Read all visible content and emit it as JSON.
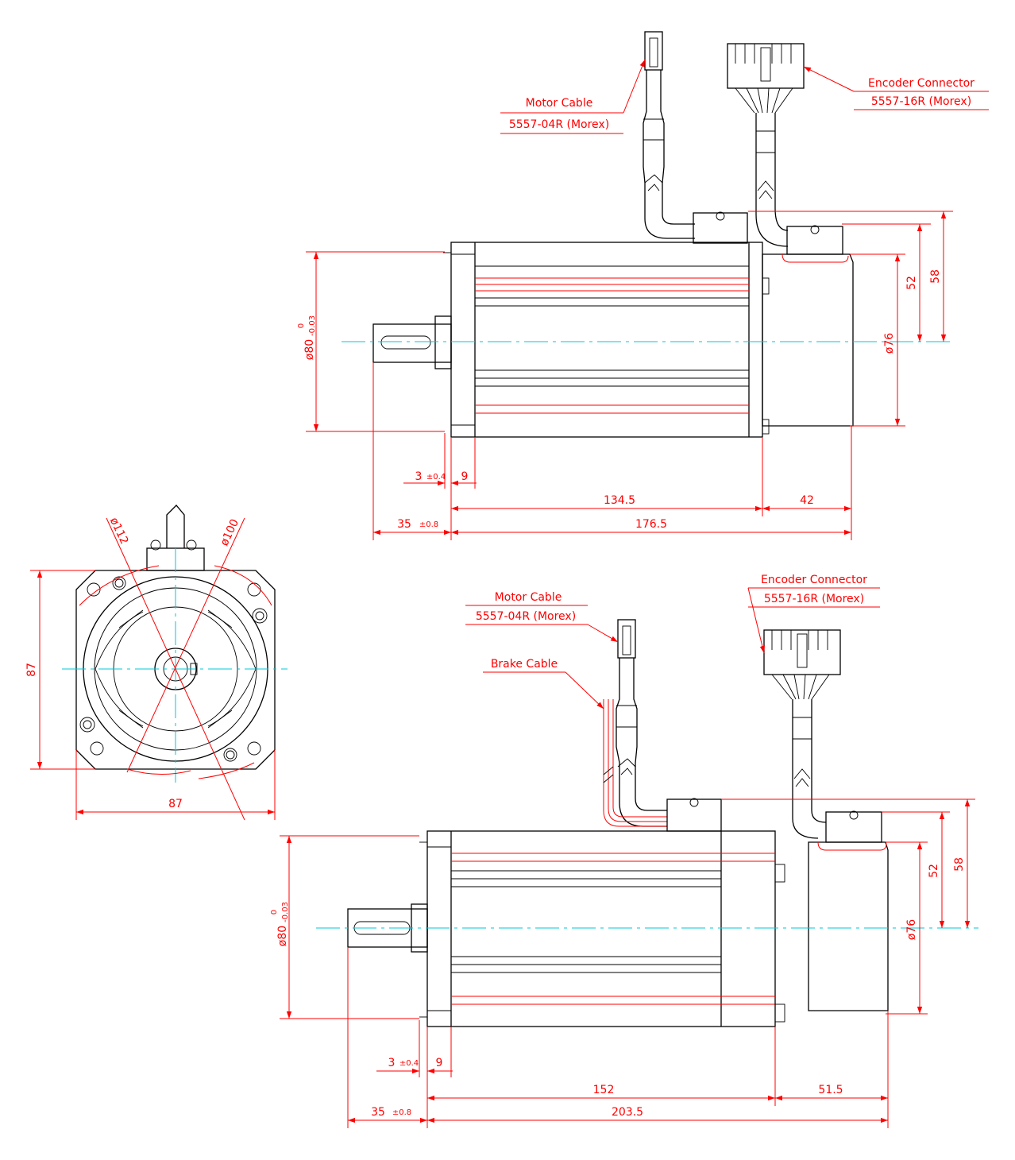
{
  "drawing": {
    "colors": {
      "outline": "#000000",
      "dimension": "#ff0000",
      "centerline": "#00c8d8"
    }
  },
  "top_side_view": {
    "motor_cable_label": "Motor Cable",
    "motor_cable_part": "5557-04R (Morex)",
    "encoder_label": "Encoder Connector",
    "encoder_part": "5557-16R (Morex)",
    "dims": {
      "flange_dia": "ø80",
      "flange_tol_upper": "0",
      "flange_tol_lower": "-0.03",
      "encoder_dia": "ø76",
      "d52": "52",
      "d58": "58",
      "d3": "3",
      "d3_tol": "±0.4",
      "d9": "9",
      "d134": "134.5",
      "d42": "42",
      "d35": "35",
      "d35_tol": "±0.8",
      "d176": "176.5"
    }
  },
  "front_view": {
    "dims": {
      "dia112": "ø112",
      "dia100": "ø100",
      "height": "87",
      "width": "87"
    }
  },
  "bottom_side_view": {
    "motor_cable_label": "Motor Cable",
    "motor_cable_part": "5557-04R (Morex)",
    "brake_label": "Brake Cable",
    "encoder_label": "Encoder Connector",
    "encoder_part": "5557-16R (Morex)",
    "dims": {
      "flange_dia": "ø80",
      "flange_tol_upper": "0",
      "flange_tol_lower": "-0.03",
      "encoder_dia": "ø76",
      "d52": "52",
      "d58": "58",
      "d3": "3",
      "d3_tol": "±0.4",
      "d9": "9",
      "d152": "152",
      "d51": "51.5",
      "d35": "35",
      "d35_tol": "±0.8",
      "d203": "203.5"
    }
  }
}
